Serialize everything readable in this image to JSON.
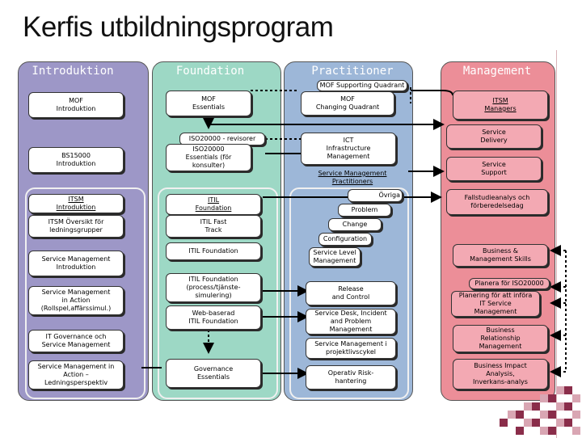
{
  "title": "Kerfis utbildningsprogram",
  "columns": {
    "introduktion": {
      "label": "Introduktion",
      "color": "#9d97c7"
    },
    "foundation": {
      "label": "Foundation",
      "color": "#9dd8c5"
    },
    "practitioner": {
      "label": "Practitioner",
      "color": "#9db7d8"
    },
    "management": {
      "label": "Management",
      "color": "#ec8e98"
    }
  },
  "intro": {
    "mof": "MOF\nIntroduktion",
    "bs15000": "BS15000\nIntroduktion",
    "itsm": "ITSM\nIntroduktion",
    "itsm_oversikt": "ITSM Översikt för\nledningsgrupper",
    "sm_intro": "Service Management\nIntroduktion",
    "sm_action": "Service Management\nin Action\n(Rollspel,affärssimul.)",
    "it_gov": "IT Governance och\nService Management",
    "sm_action_ledning": "Service Management in\nAction – Ledningsperspektiv"
  },
  "foundation": {
    "mof_essentials": "MOF\nEssentials",
    "iso_revisorer": "ISO20000 - revisorer",
    "iso_essentials": "ISO20000\nEssentials (för\nkonsulter)",
    "itil_foundation_ul": "ITIL\nFoundation",
    "itil_fast_track": "ITIL Fast\nTrack",
    "itil_foundation": "ITIL Foundation",
    "itil_process": "ITIL Foundation\n(process/tjänste-\nsimulering)",
    "web_itil": "Web-baserad\nITIL Foundation",
    "governance": "Governance\nEssentials"
  },
  "practitioner": {
    "mof_supporting": "MOF Supporting Quadrant",
    "mof_changing": "MOF\nChanging Quadrant",
    "ict": "ICT\nInfrastructure\nManagement",
    "smp": "Service Management\nPractitioners",
    "ovriga": "Övriga",
    "problem": "Problem",
    "change": "Change",
    "configuration": "Configuration",
    "service_level": "Service Level\nManagement",
    "release": "Release\nand Control",
    "service_desk": "Service Desk, Incident\nand Problem\nManagement",
    "sm_projekt": "Service Management i\nprojektlivscykel",
    "operativ": "Operativ Risk-\nhantering"
  },
  "management": {
    "itsm_managers": "ITSM\nManagers",
    "service_delivery": "Service\nDelivery",
    "service_support": "Service\nSupport",
    "fallstudie": "Fallstudieanalys och\nförberedelsedag",
    "business_skills": "Business &\nManagement Skills",
    "planera_iso": "Planera för ISO20000",
    "planering_itsm": "Planering för att införa\nIT Service\nManagement",
    "brm": "Business\nRelationship\nManagement",
    "bia": "Business Impact\nAnalysis,\nInverkans-analys"
  }
}
